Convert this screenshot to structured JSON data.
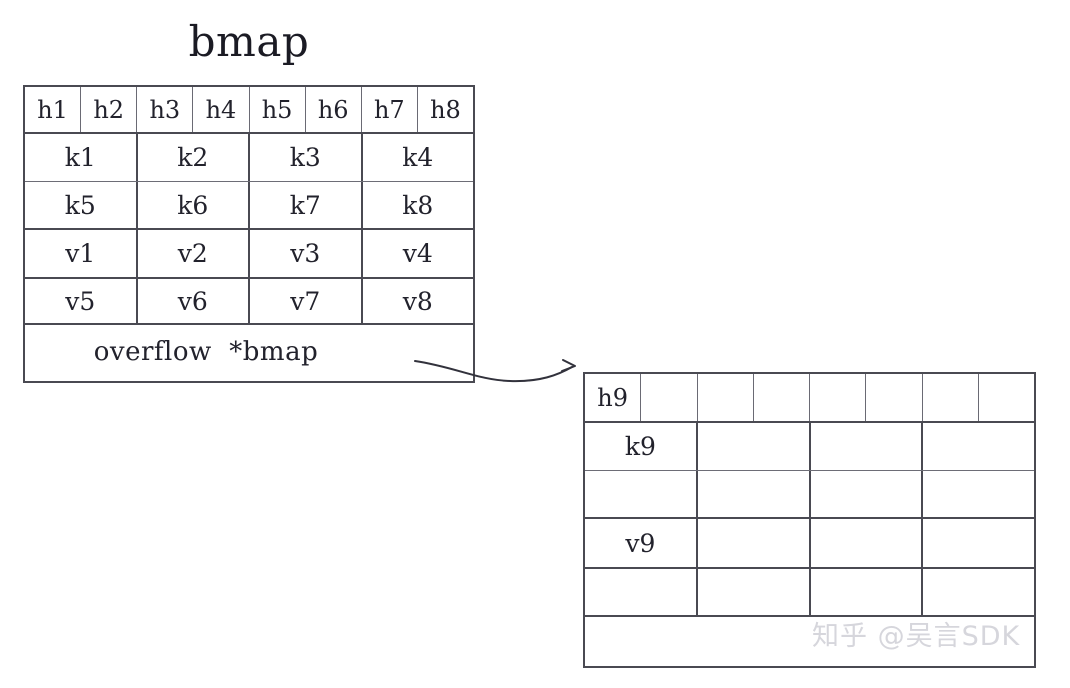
{
  "title": "bmap",
  "left_bucket": {
    "name": "bmap-bucket",
    "tophash_row": [
      "h1",
      "h2",
      "h3",
      "h4",
      "h5",
      "h6",
      "h7",
      "h8"
    ],
    "key_rows": [
      [
        "k1",
        "k2",
        "k3",
        "k4"
      ],
      [
        "k5",
        "k6",
        "k7",
        "k8"
      ]
    ],
    "value_rows": [
      [
        "v1",
        "v2",
        "v3",
        "v4"
      ],
      [
        "v5",
        "v6",
        "v7",
        "v8"
      ]
    ],
    "overflow_label": "overflow  *bmap"
  },
  "right_bucket": {
    "name": "overflow-bucket",
    "tophash_row": [
      "h9",
      "",
      "",
      "",
      "",
      "",
      "",
      ""
    ],
    "key_rows": [
      [
        "k9",
        "",
        "",
        ""
      ],
      [
        "",
        "",
        "",
        ""
      ]
    ],
    "value_rows": [
      [
        "v9",
        "",
        "",
        ""
      ],
      [
        "",
        "",
        "",
        ""
      ]
    ],
    "overflow_label": ""
  },
  "connector": {
    "name": "overflow-pointer-arrow",
    "from": "overflow *bmap",
    "to": "overflow bucket"
  },
  "watermark": "知乎 @吴言SDK",
  "colors": {
    "border": "#4a4a52",
    "text": "#22222c",
    "background": "#ffffff",
    "watermark": "#d6d6dc"
  }
}
